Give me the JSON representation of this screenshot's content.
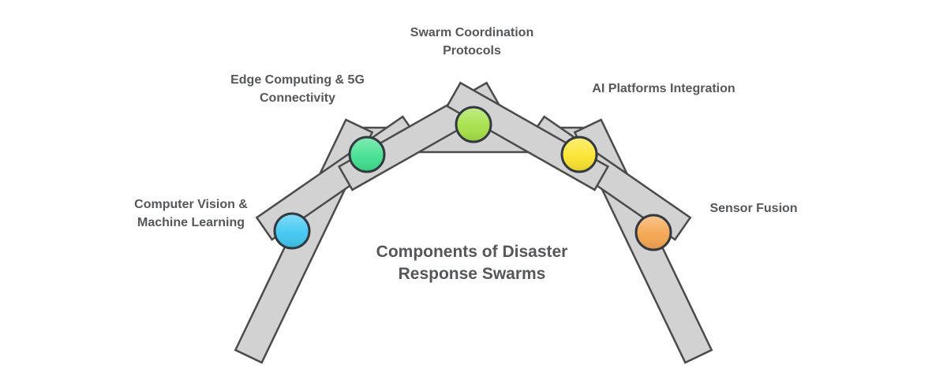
{
  "diagram": {
    "title": "Components of Disaster\nResponse Swarms",
    "background_color": "#ffffff",
    "beam_fill": "#d2d2d2",
    "beam_stroke": "#4b4b4b",
    "node_border": "#333940",
    "text_color": "#55575a",
    "nodes": [
      {
        "id": "computer-vision",
        "label": "Computer Vision &\nMachine Learning",
        "color": "#3fc7f2"
      },
      {
        "id": "edge-computing",
        "label": "Edge Computing & 5G\nConnectivity",
        "color": "#41e08d"
      },
      {
        "id": "swarm-coordination",
        "label": "Swarm Coordination\nProtocols",
        "color": "#a4e046"
      },
      {
        "id": "ai-platforms",
        "label": "AI Platforms Integration",
        "color": "#fbe42d"
      },
      {
        "id": "sensor-fusion",
        "label": "Sensor Fusion",
        "color": "#f5a54f"
      }
    ]
  }
}
